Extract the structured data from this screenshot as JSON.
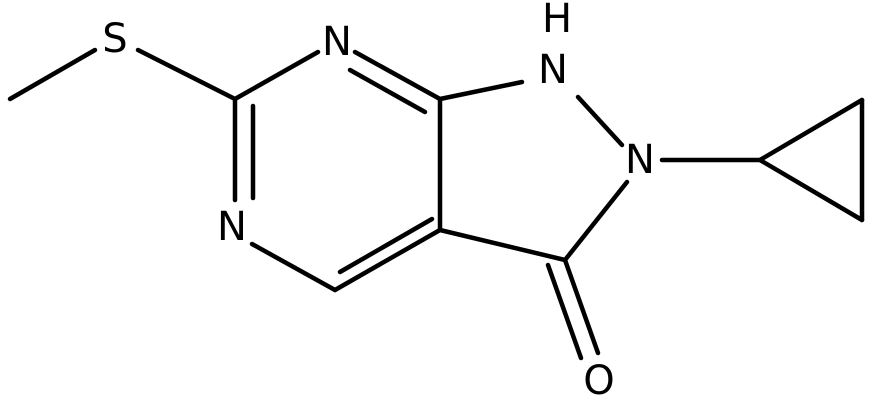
{
  "molecule": {
    "atoms": [
      {
        "id": "s1",
        "label": "S"
      },
      {
        "id": "n_top",
        "label": "N"
      },
      {
        "id": "n_h",
        "label": "N"
      },
      {
        "id": "h",
        "label": "H"
      },
      {
        "id": "n2",
        "label": "N"
      },
      {
        "id": "n_low",
        "label": "N"
      },
      {
        "id": "o",
        "label": "O"
      }
    ],
    "colors": {
      "bond": "#000000",
      "label": "#000000",
      "background": "#ffffff"
    }
  }
}
